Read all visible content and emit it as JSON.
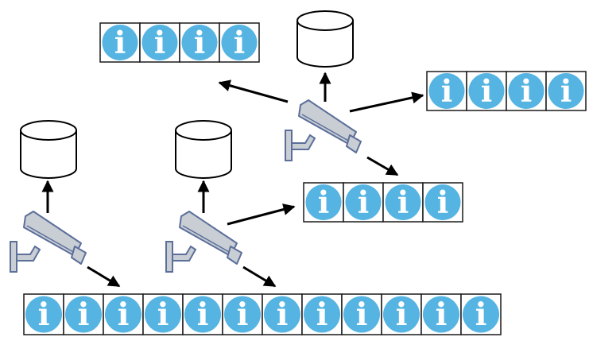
{
  "colors": {
    "info_blue": "#56b4e2",
    "tile_border": "#1a1a1a",
    "camera_body": "#c9cdd4",
    "camera_outline": "#5b6f9a",
    "arrow": "#000000"
  },
  "info_glyph": "i",
  "icons": {
    "info": "info-icon",
    "camera": "security-camera-icon",
    "database": "database-cylinder-icon",
    "arrow": "arrow-icon"
  },
  "info_rows": [
    {
      "count": 4
    },
    {
      "count": 4
    },
    {
      "count": 4
    },
    {
      "count": 12
    }
  ],
  "cameras": 3,
  "databases": 3
}
